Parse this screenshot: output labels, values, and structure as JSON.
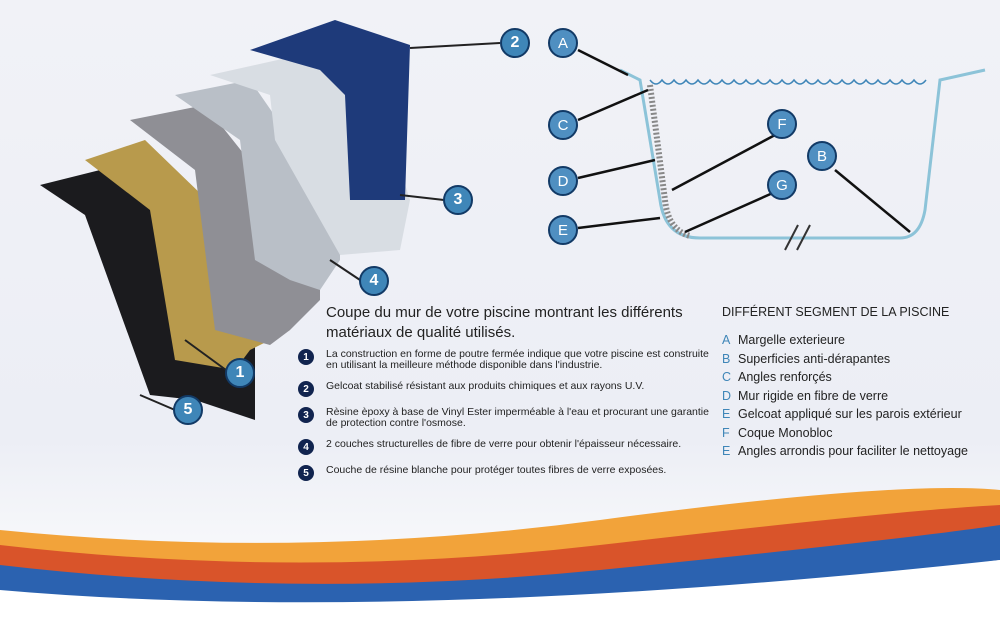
{
  "wall_section": {
    "callouts": [
      "1",
      "2",
      "3",
      "4",
      "5"
    ],
    "title": "Coupe du mur de votre piscine montrant les différents matériaux de qualité utilisés.",
    "items": [
      {
        "num": "1",
        "text": "La construction en forme de poutre fermée indique que votre piscine est construite en utilisant la meilleure méthode disponible dans l'industrie."
      },
      {
        "num": "2",
        "text": "Gelcoat stabilisé résistant aux produits chimiques et aux rayons U.V."
      },
      {
        "num": "3",
        "text": "Rèsine èpoxy à base de Vinyl Ester imperméable à l'eau et procurant une garantie de protection contre l'osmose."
      },
      {
        "num": "4",
        "text": "2 couches structurelles de fibre de verre pour obtenir l'épaisseur nécessaire."
      },
      {
        "num": "5",
        "text": "Couche de résine blanche pour protéger toutes fibres de verre exposées."
      }
    ]
  },
  "pool_diagram": {
    "callouts": {
      "A": "A",
      "B": "B",
      "C": "C",
      "D": "D",
      "E": "E",
      "F": "F",
      "G": "G"
    },
    "title": "DIFFÉRENT SEGMENT DE LA PISCINE",
    "items": [
      {
        "letter": "A",
        "text": "Margelle exterieure"
      },
      {
        "letter": "B",
        "text": "Superficies anti-dérapantes"
      },
      {
        "letter": "C",
        "text": "Angles renforçés"
      },
      {
        "letter": "D",
        "text": "Mur rigide en fibre de verre"
      },
      {
        "letter": "E",
        "text": "Gelcoat appliqué sur les parois extérieur"
      },
      {
        "letter": "F",
        "text": "Coque Monobloc"
      },
      {
        "letter": "E",
        "text": "Angles arrondis pour faciliter le nettoyage"
      }
    ]
  },
  "colors": {
    "badge": "#3f86b8",
    "navy": "#11244f",
    "pool": "#8cc3d8",
    "orange": "#e8742a"
  }
}
